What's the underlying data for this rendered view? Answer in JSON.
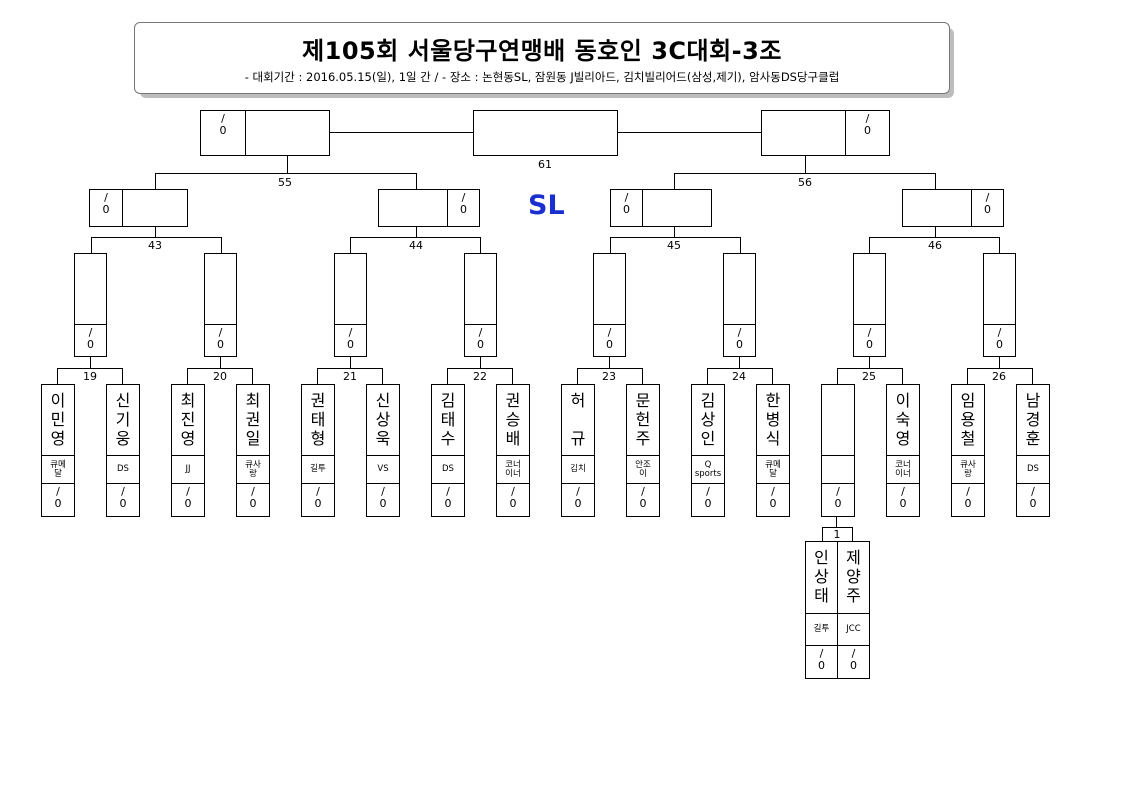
{
  "header": {
    "title": "제105회 서울당구연맹배 동호인 3C대회-3조",
    "subtitle": "- 대회기간 : 2016.05.15(일), 1일 간 / - 장소 : 논현동SL, 잠원동 J빌리아드, 김치빌리어드(삼성,제기), 암사동DS당구클럽"
  },
  "venue_label": "SL",
  "score_placeholder": {
    "top": "/",
    "bottom": "0"
  },
  "match_numbers": {
    "m61": "61",
    "m55": "55",
    "m56": "56",
    "m43": "43",
    "m44": "44",
    "m45": "45",
    "m46": "46",
    "m19": "19",
    "m20": "20",
    "m21": "21",
    "m22": "22",
    "m23": "23",
    "m24": "24",
    "m25": "25",
    "m26": "26",
    "m1": "1"
  },
  "players": [
    {
      "name": [
        "이",
        "민",
        "영"
      ],
      "club": [
        "큐메",
        "달"
      ]
    },
    {
      "name": [
        "신",
        "기",
        "웅"
      ],
      "club": [
        "DS"
      ]
    },
    {
      "name": [
        "최",
        "진",
        "영"
      ],
      "club": [
        "JJ"
      ]
    },
    {
      "name": [
        "최",
        "권",
        "일"
      ],
      "club": [
        "큐사",
        "랑"
      ]
    },
    {
      "name": [
        "권",
        "태",
        "형"
      ],
      "club": [
        "길투"
      ]
    },
    {
      "name": [
        "신",
        "상",
        "욱"
      ],
      "club": [
        "VS"
      ]
    },
    {
      "name": [
        "김",
        "태",
        "수"
      ],
      "club": [
        "DS"
      ]
    },
    {
      "name": [
        "권",
        "승",
        "배"
      ],
      "club": [
        "코너",
        "이너"
      ]
    },
    {
      "name": [
        "허",
        "",
        "규"
      ],
      "club": [
        "김치"
      ]
    },
    {
      "name": [
        "문",
        "헌",
        "주"
      ],
      "club": [
        "안조",
        "이"
      ]
    },
    {
      "name": [
        "김",
        "상",
        "인"
      ],
      "club": [
        "Q",
        "sports"
      ]
    },
    {
      "name": [
        "한",
        "병",
        "식"
      ],
      "club": [
        "큐메",
        "달"
      ]
    },
    {
      "name": [
        "",
        "",
        ""
      ],
      "club": [
        ""
      ]
    },
    {
      "name": [
        "이",
        "숙",
        "영"
      ],
      "club": [
        "코너",
        "이너"
      ]
    },
    {
      "name": [
        "임",
        "용",
        "철"
      ],
      "club": [
        "큐사",
        "랑"
      ]
    },
    {
      "name": [
        "남",
        "경",
        "훈"
      ],
      "club": [
        "DS"
      ]
    }
  ],
  "prelim": [
    {
      "name": [
        "인",
        "상",
        "태"
      ],
      "club": "길투"
    },
    {
      "name": [
        "제",
        "양",
        "주"
      ],
      "club": "JCC"
    }
  ]
}
